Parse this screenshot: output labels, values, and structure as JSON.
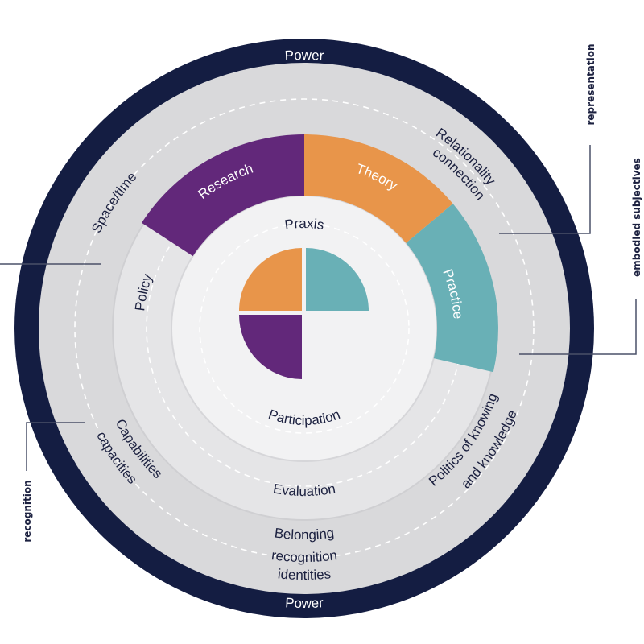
{
  "title": "Praxis framework diagram",
  "colors": {
    "navy": "#141d42",
    "purple": "#62287a",
    "orange": "#e8954a",
    "teal": "#69b0b6",
    "gray": "#d9d9db"
  },
  "outer_ring": {
    "top": "Power",
    "bottom": "Power"
  },
  "outer_band": {
    "space_time": "Space/time",
    "relationality_1": "Relationality",
    "relationality_2": "connection",
    "politics_1": "Politics of knowing",
    "politics_2": "and knowledge",
    "belonging_1": "Belonging",
    "belonging_2": "recognition",
    "belonging_3": "identities",
    "capabilities_1": "Capabilities",
    "capabilities_2": "capacities"
  },
  "middle_band": {
    "policy": "Policy",
    "evaluation": "Evaluation"
  },
  "segments": {
    "research": "Research",
    "theory": "Theory",
    "practice": "Practice"
  },
  "inner": {
    "praxis": "Praxis",
    "participation": "Participation"
  },
  "callouts": {
    "representation": "representation",
    "embodied": "embodied subjectives",
    "recognition": "recognition"
  }
}
